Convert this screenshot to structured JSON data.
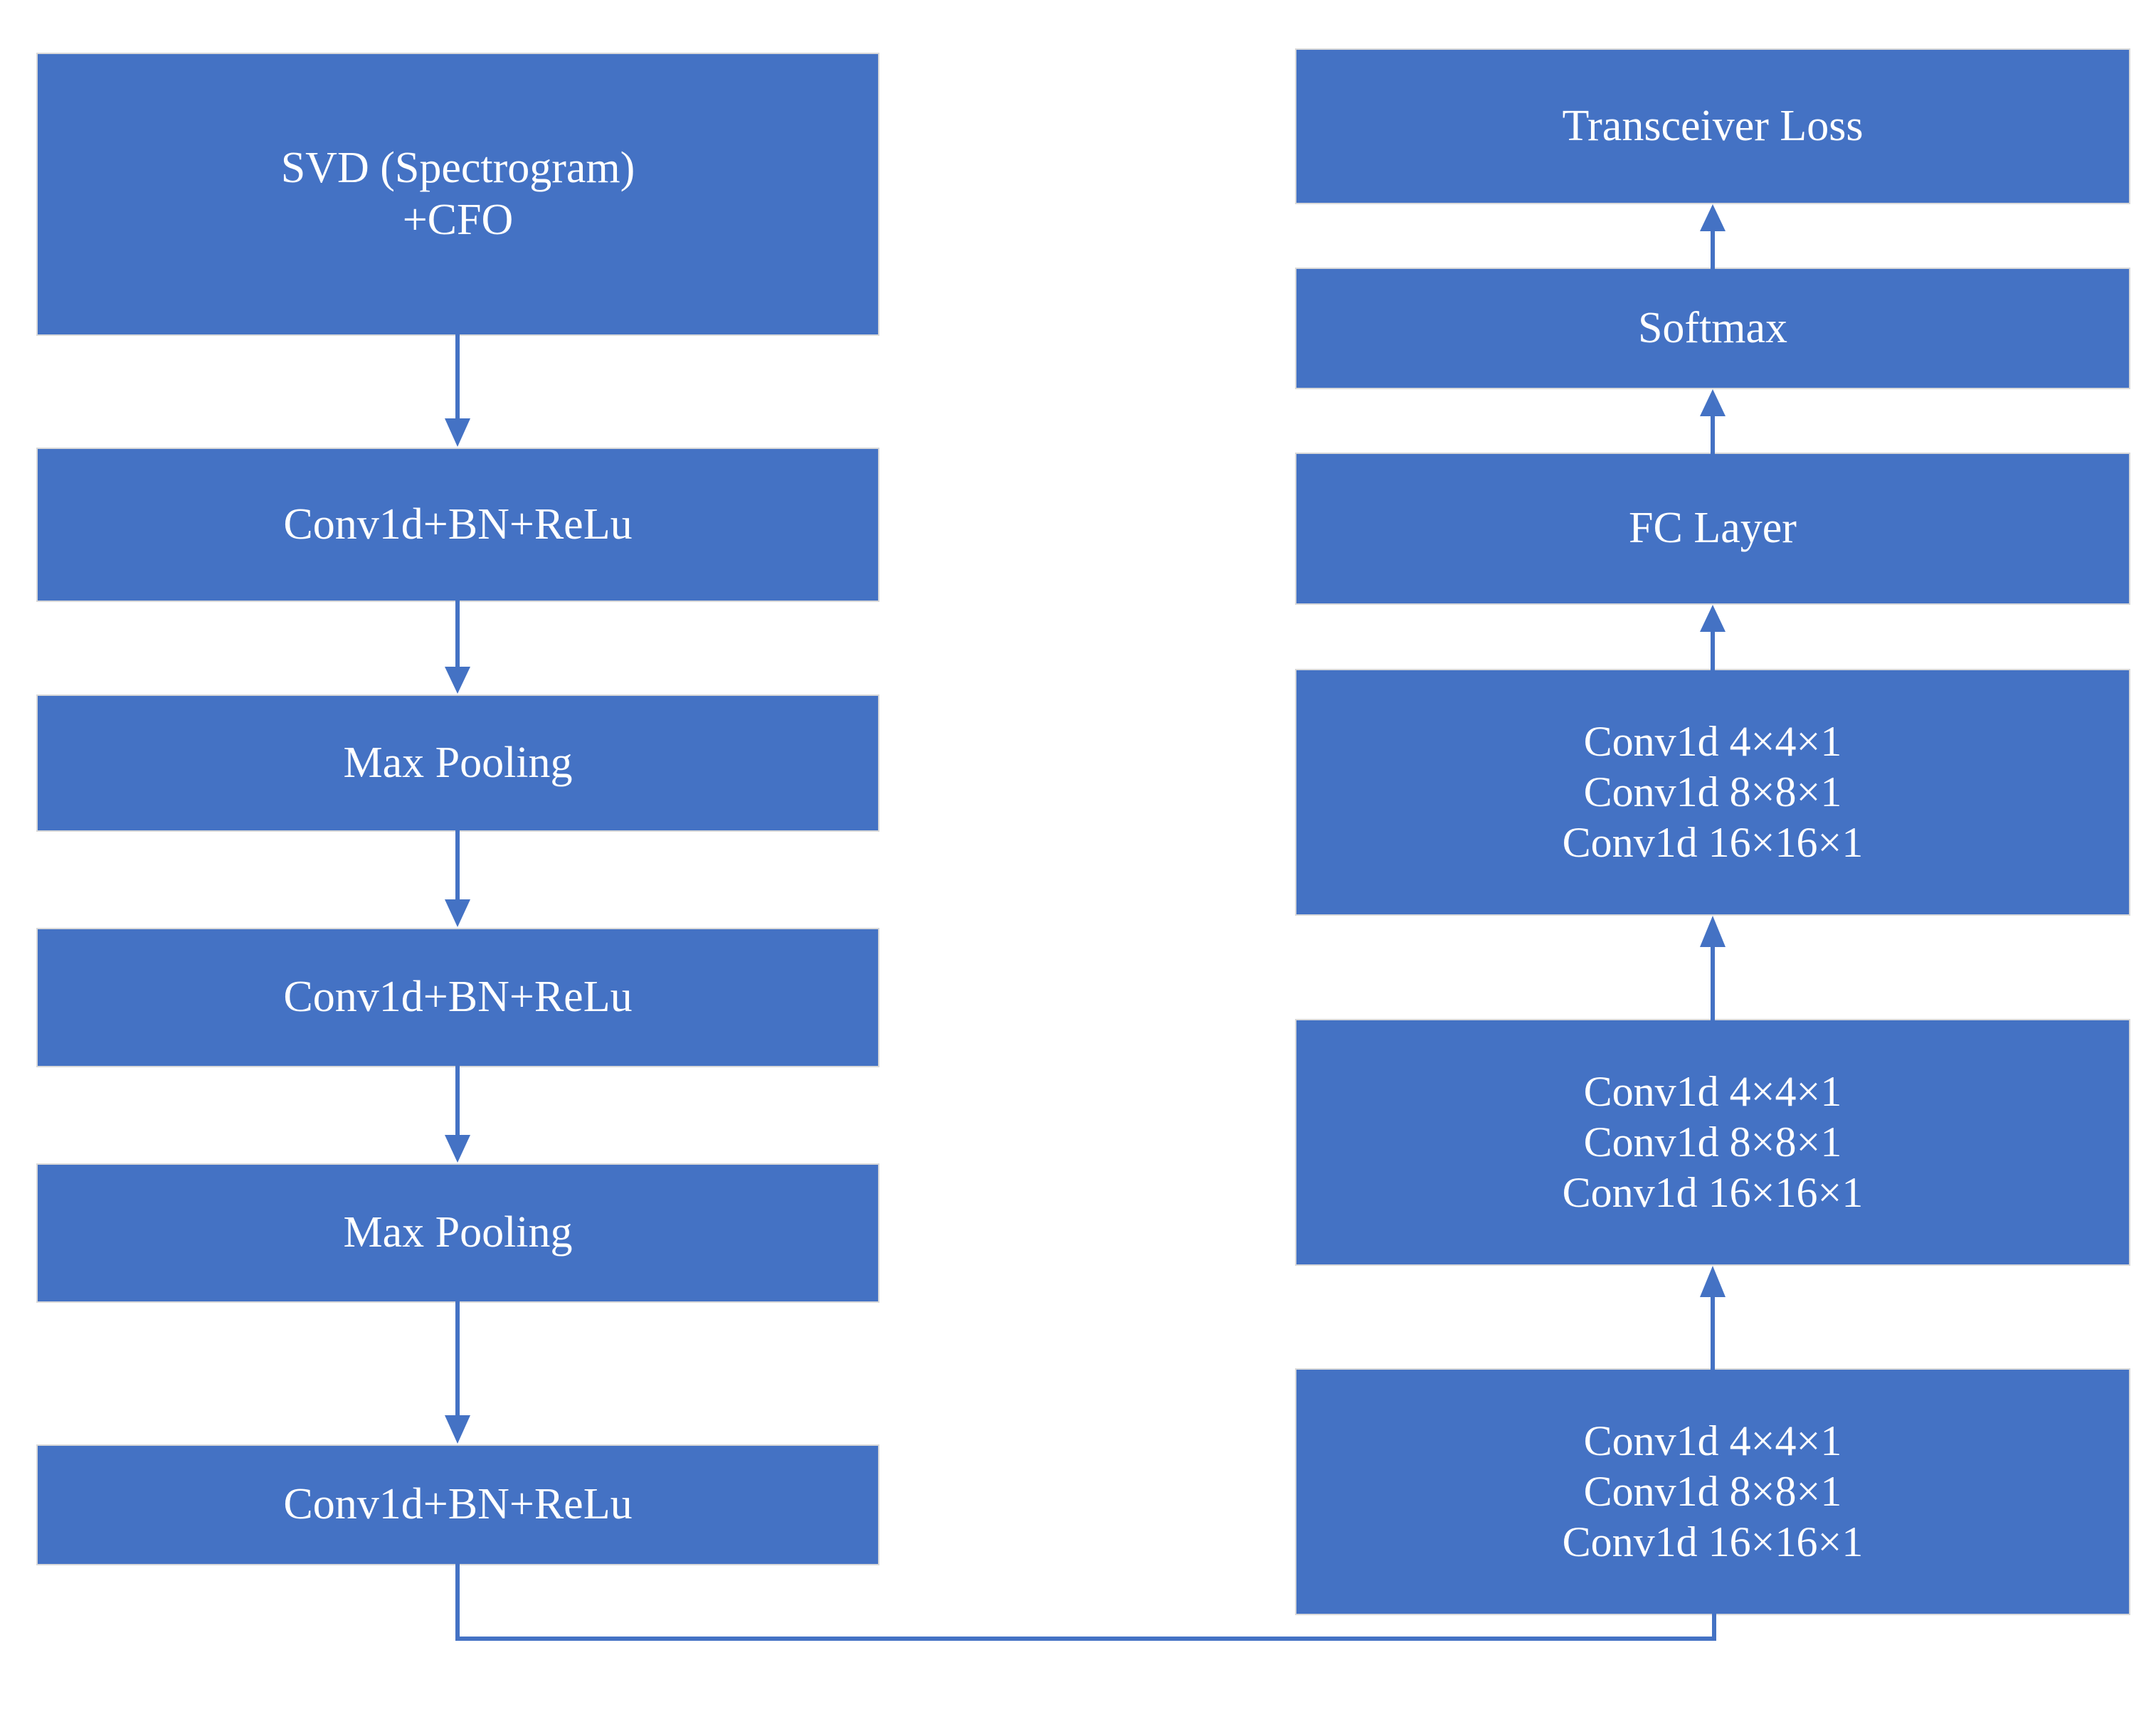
{
  "diagram": {
    "title": "Neural network architecture flowchart",
    "accent_color": "#4472C4",
    "border_color": "#D9D9D9",
    "text_color": "#FFFFFF",
    "background_color": "#FFFFFF",
    "left_column": {
      "nodes": [
        {
          "id": "svd",
          "lines": [
            "SVD (Spectrogram)",
            "+CFO"
          ]
        },
        {
          "id": "conv-bn-relu-1",
          "lines": [
            "Conv1d+BN+ReLu"
          ]
        },
        {
          "id": "max-pooling-1",
          "lines": [
            "Max Pooling"
          ]
        },
        {
          "id": "conv-bn-relu-2",
          "lines": [
            "Conv1d+BN+ReLu"
          ]
        },
        {
          "id": "max-pooling-2",
          "lines": [
            "Max Pooling"
          ]
        },
        {
          "id": "conv-bn-relu-3",
          "lines": [
            "Conv1d+BN+ReLu"
          ]
        }
      ]
    },
    "right_column": {
      "nodes": [
        {
          "id": "transceiver-loss",
          "lines": [
            "Transceiver Loss"
          ]
        },
        {
          "id": "softmax",
          "lines": [
            "Softmax"
          ]
        },
        {
          "id": "fc-layer",
          "lines": [
            "FC Layer"
          ]
        },
        {
          "id": "conv-block-3",
          "lines": [
            "Conv1d 4×4×1",
            "Conv1d 8×8×1",
            "Conv1d 16×16×1"
          ]
        },
        {
          "id": "conv-block-2",
          "lines": [
            "Conv1d 4×4×1",
            "Conv1d 8×8×1",
            "Conv1d 16×16×1"
          ]
        },
        {
          "id": "conv-block-1",
          "lines": [
            "Conv1d 4×4×1",
            "Conv1d 8×8×1",
            "Conv1d 16×16×1"
          ]
        }
      ]
    },
    "connectors": [
      {
        "id": "svd-to-conv1",
        "direction": "down"
      },
      {
        "id": "conv1-to-pool1",
        "direction": "down"
      },
      {
        "id": "pool1-to-conv2",
        "direction": "down"
      },
      {
        "id": "conv2-to-pool2",
        "direction": "down"
      },
      {
        "id": "pool2-to-conv3",
        "direction": "down"
      },
      {
        "id": "conv3-to-convblock1",
        "direction": "right-up-elbow"
      },
      {
        "id": "convblock1-to-convblock2",
        "direction": "up"
      },
      {
        "id": "convblock2-to-convblock3",
        "direction": "up"
      },
      {
        "id": "convblock3-to-fc",
        "direction": "up"
      },
      {
        "id": "fc-to-softmax",
        "direction": "up"
      },
      {
        "id": "softmax-to-transceiver-loss",
        "direction": "up"
      }
    ]
  }
}
